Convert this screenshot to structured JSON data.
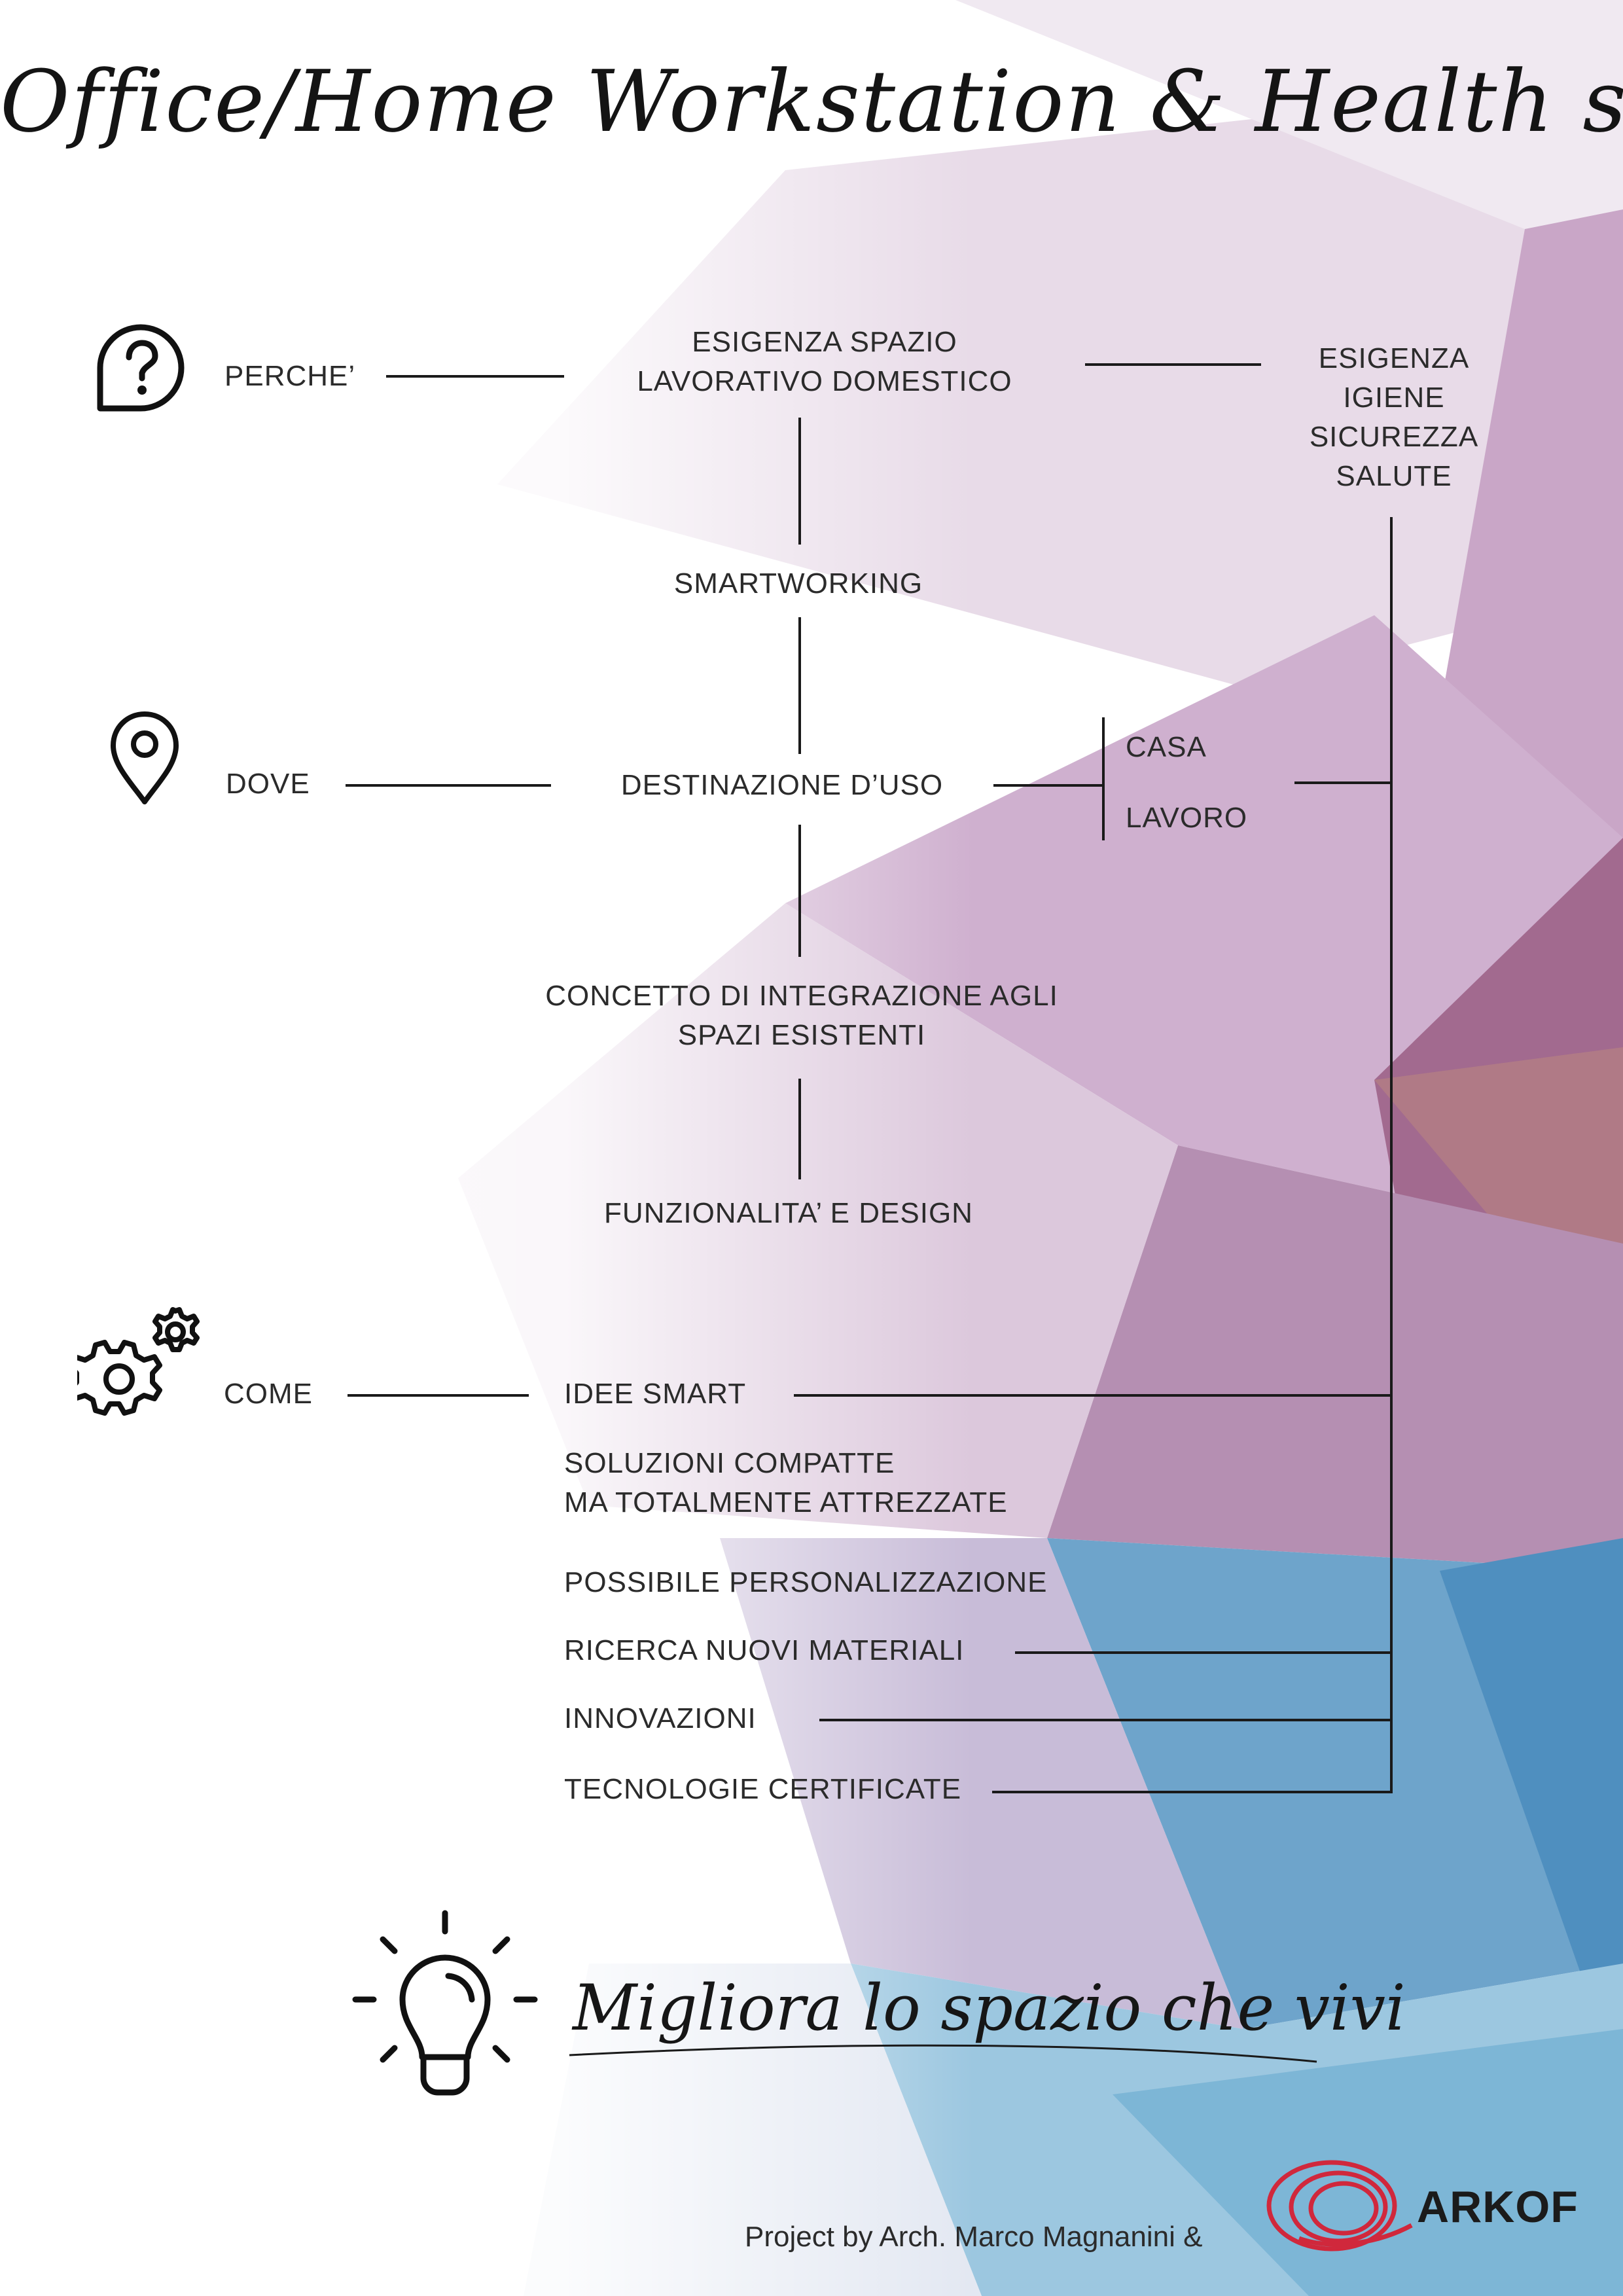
{
  "title": "Office/Home Workstation & Health shield",
  "slogan": "Migliora lo spazio che vivi",
  "credit": "Project by Arch. Marco Magnanini &",
  "logo": {
    "text": "ARKOF",
    "color": "#d0283c"
  },
  "colors": {
    "line": "#1a1a1a",
    "text": "#2b2b2b",
    "accent_purple": "#9a6a98",
    "accent_blue": "#3f8fc0"
  },
  "icons": {
    "why": "question-bubble-icon",
    "where": "location-pin-icon",
    "how": "gears-icon",
    "idea": "lightbulb-icon"
  },
  "rows": {
    "why": "PERCHE’",
    "where": "DOVE",
    "how": "COME"
  },
  "nodes": {
    "esigenza_spazio": [
      "ESIGENZA SPAZIO",
      "LAVORATIVO DOMESTICO"
    ],
    "esigenza_igiene": [
      "ESIGENZA",
      "IGIENE",
      "SICUREZZA",
      "SALUTE"
    ],
    "smartworking": "SMARTWORKING",
    "destinazione": "DESTINAZIONE D’USO",
    "casa": "CASA",
    "lavoro": "LAVORO",
    "concetto": [
      "CONCETTO DI INTEGRAZIONE AGLI",
      "SPAZI ESISTENTI"
    ],
    "funzionalita": "FUNZIONALITA’ E DESIGN"
  },
  "how_items": {
    "idee_smart": "IDEE SMART",
    "soluzioni": [
      "SOLUZIONI COMPATTE",
      "MA TOTALMENTE ATTREZZATE"
    ],
    "personalizzazione": "POSSIBILE PERSONALIZZAZIONE",
    "materiali": "RICERCA NUOVI MATERIALI",
    "innovazioni": "INNOVAZIONI",
    "tecnologie": "TECNOLOGIE CERTIFICATE"
  }
}
